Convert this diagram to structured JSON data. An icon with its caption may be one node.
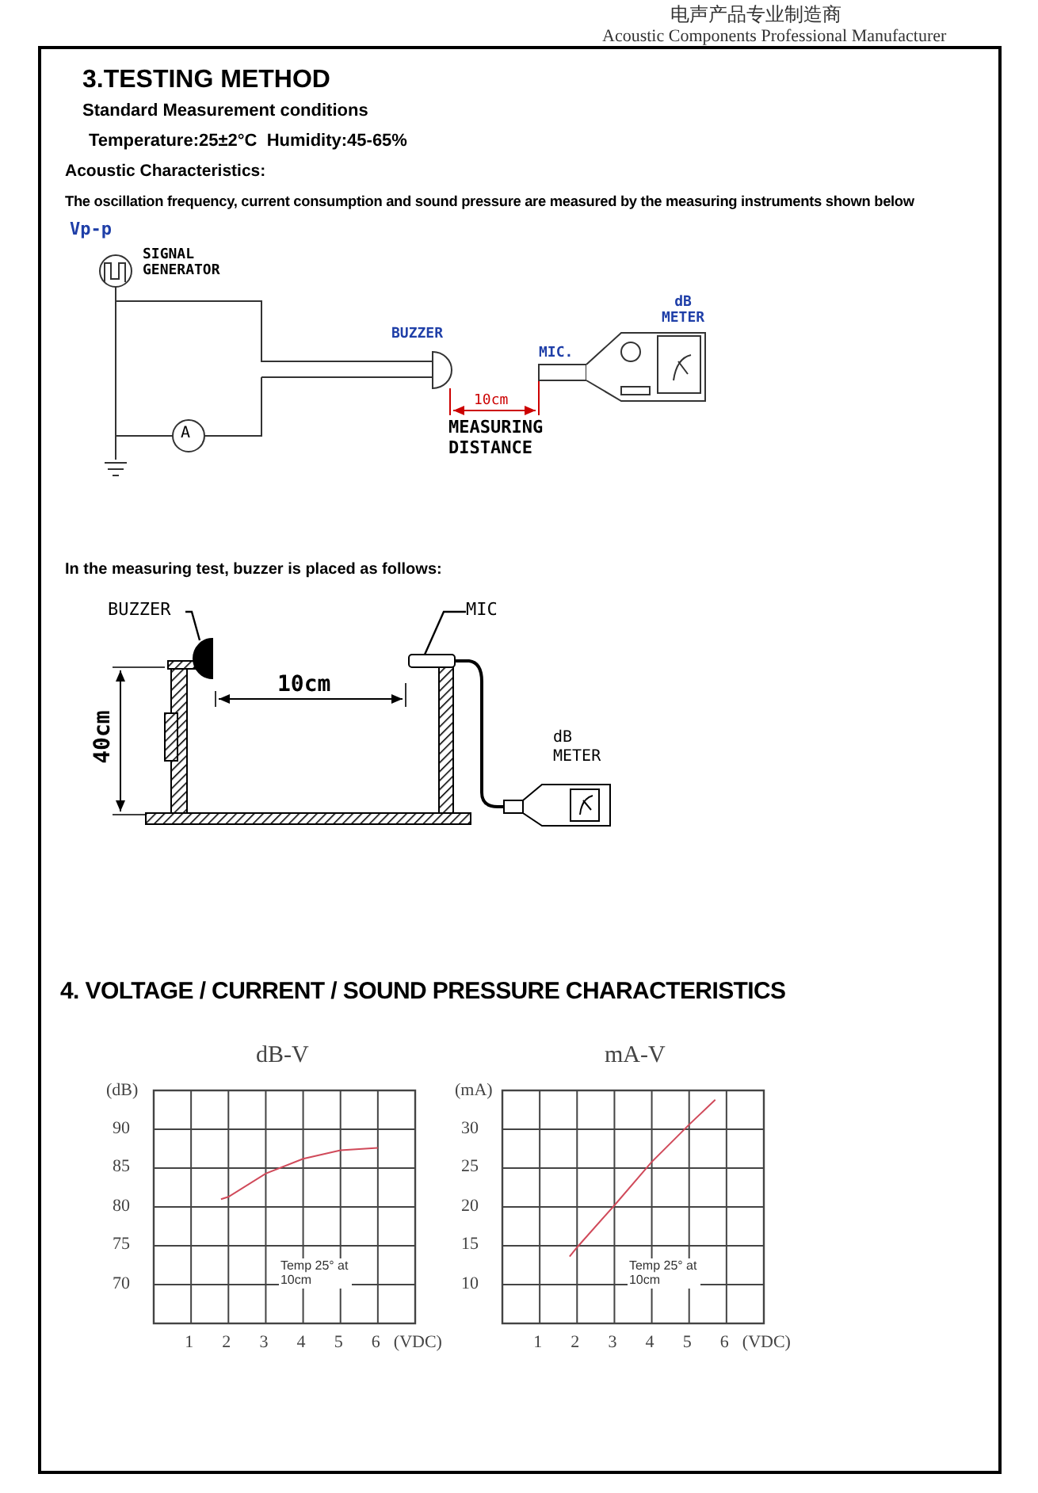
{
  "diagram": {
    "nodes": [
      {
        "text": [
          "BUZZER"
        ]
      },
      {
        "text": [],
        "shape": "semicircle"
      },
      {
        "text": [
          "MIC"
        ]
      },
      {
        "text": [],
        "shape": "cylinder"
      }
    ],
    "edges": [
      {
        "from": 0,
        "to": 1,
        "arrow": "none"
      },
      {
        "from": 2,
        "to": 3,
        "arrow": "none"
      }
    ],
    "labels": [
      "电声产品专业制造商",
      "Acoustic Components Professional Manufacturer",
      "3.TESTING METHOD",
      "Standard Measurement conditions",
      "Temperature:25±2°C  Humidity:45-65%",
      "Acoustic Characteristics:",
      "The oscillation frequency, current consumption and sound pressure are measured by the measuring instruments shown below",
      "Vp-p",
      "SIGNAL GENERATOR",
      "BUZZER",
      "dB METER",
      "MIC.",
      "A",
      "10cm",
      "MEASURING DISTANCE",
      "In the measuring test, buzzer is placed as follows:",
      "10cm",
      "40cm",
      "dB METER",
      "4. VOLTAGE / CURRENT / SOUND PRESSURE CHARACTERISTICS"
    ],
    "chart_data": [
      {
        "type": "line",
        "title": "dB-V",
        "xlabel": "(VDC)",
        "ylabel": "(dB)",
        "x": [
          1.8,
          2,
          3,
          4,
          5,
          6
        ],
        "series": [
          {
            "color": "#d04a5a",
            "values": [
              81,
              81.3,
              84.3,
              86.2,
              87.3,
              87.6
            ]
          }
        ],
        "xlim": [
          0,
          7
        ],
        "ylim": [
          65,
          95
        ],
        "xticks": [
          1,
          2,
          3,
          4,
          5,
          6
        ],
        "yticks": [
          70,
          75,
          80,
          85,
          90
        ],
        "grid": true,
        "annotations": [
          "Temp 25° at 10cm"
        ]
      },
      {
        "type": "line",
        "title": "mA-V",
        "xlabel": "(VDC)",
        "ylabel": "(mA)",
        "x": [
          1.8,
          2,
          3,
          4,
          5,
          5.7
        ],
        "series": [
          {
            "color": "#d04a5a",
            "values": [
              13.6,
              14.8,
              20.2,
              25.8,
              30.6,
              33.8
            ]
          }
        ],
        "xlim": [
          0,
          7
        ],
        "ylim": [
          5,
          35
        ],
        "xticks": [
          1,
          2,
          3,
          4,
          5,
          6
        ],
        "yticks": [
          10,
          15,
          20,
          25,
          30
        ],
        "grid": true,
        "annotations": [
          "Temp 25° at 10cm"
        ]
      }
    ]
  }
}
